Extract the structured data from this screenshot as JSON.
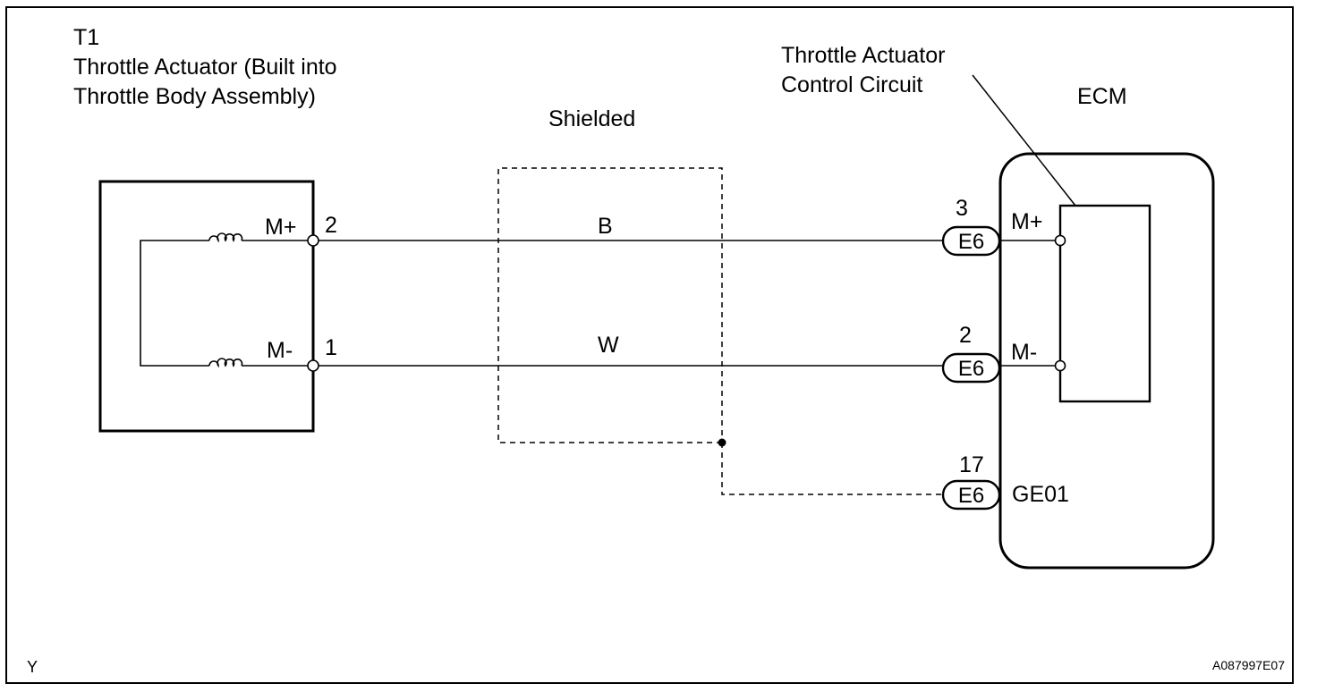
{
  "actuator": {
    "code": "T1",
    "name_line1": "Throttle Actuator (Built into",
    "name_line2": "Throttle Body Assembly)",
    "pin_mplus_label": "M+",
    "pin_mplus_number": "2",
    "pin_mminus_label": "M-",
    "pin_mminus_number": "1"
  },
  "shield": {
    "label": "Shielded"
  },
  "wires": {
    "top_color": "B",
    "bottom_color": "W"
  },
  "ecm": {
    "title": "ECM",
    "circuit_line1": "Throttle Actuator",
    "circuit_line2": "Control Circuit",
    "pin_mplus_label": "M+",
    "pin_mminus_label": "M-",
    "ground_label": "GE01"
  },
  "connectors": [
    {
      "code": "E6",
      "pin": "3"
    },
    {
      "code": "E6",
      "pin": "2"
    },
    {
      "code": "E6",
      "pin": "17"
    }
  ],
  "footer": {
    "left_mark": "Y",
    "figure_id": "A087997E07"
  }
}
